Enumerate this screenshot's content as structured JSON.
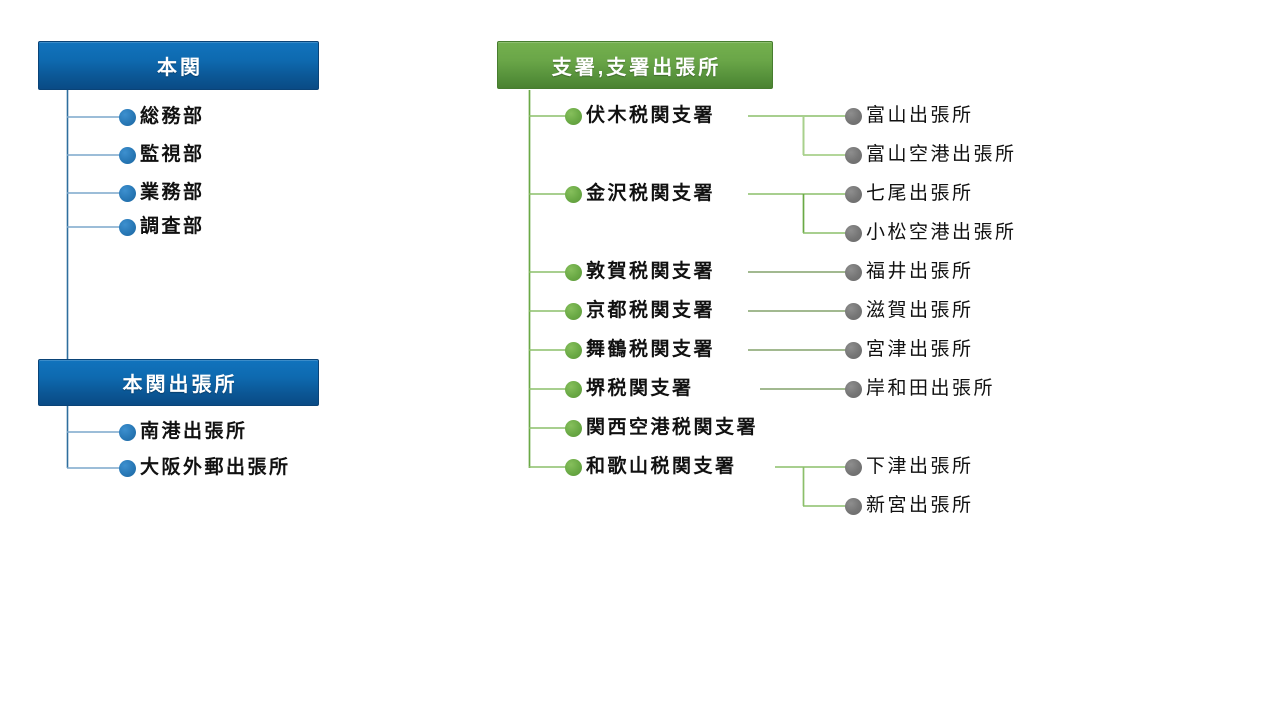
{
  "diagram": {
    "title_semantic": "customs-office-organization-chart",
    "colors": {
      "blue_header_top": "#1173bd",
      "blue_header_bottom": "#0a4b85",
      "green_header_top": "#74b04e",
      "green_header_bottom": "#4a8231",
      "blue_dot": "#2878b6",
      "green_dot": "#6aa945",
      "gray_dot": "#757575",
      "blue_wire": "#7ba7cc",
      "blue_trunk": "#2f6e9e",
      "green_wire": "#8cbf6a",
      "green_trunk": "#6aa945"
    }
  },
  "left_column": {
    "headers": [
      {
        "label": "本関"
      },
      {
        "label": "本関出張所"
      }
    ],
    "honkan_items": [
      {
        "label": "総務部"
      },
      {
        "label": "監視部"
      },
      {
        "label": "業務部"
      },
      {
        "label": "調査部"
      }
    ],
    "honkan_shutchoujo_items": [
      {
        "label": "南港出張所"
      },
      {
        "label": "大阪外郵出張所"
      }
    ]
  },
  "right_column": {
    "header": {
      "label": "支署,支署出張所"
    },
    "branches": [
      {
        "label": "伏木税関支署",
        "children": [
          {
            "label": "富山出張所"
          },
          {
            "label": "富山空港出張所"
          }
        ]
      },
      {
        "label": "金沢税関支署",
        "children": [
          {
            "label": "七尾出張所"
          },
          {
            "label": "小松空港出張所"
          }
        ]
      },
      {
        "label": "敦賀税関支署",
        "children": [
          {
            "label": "福井出張所"
          }
        ]
      },
      {
        "label": "京都税関支署",
        "children": [
          {
            "label": "滋賀出張所"
          }
        ]
      },
      {
        "label": "舞鶴税関支署",
        "children": [
          {
            "label": "宮津出張所"
          }
        ]
      },
      {
        "label": "堺税関支署",
        "children": [
          {
            "label": "岸和田出張所"
          }
        ]
      },
      {
        "label": "関西空港税関支署",
        "children": []
      },
      {
        "label": "和歌山税関支署",
        "children": [
          {
            "label": "下津出張所"
          },
          {
            "label": "新宮出張所"
          }
        ]
      }
    ]
  }
}
